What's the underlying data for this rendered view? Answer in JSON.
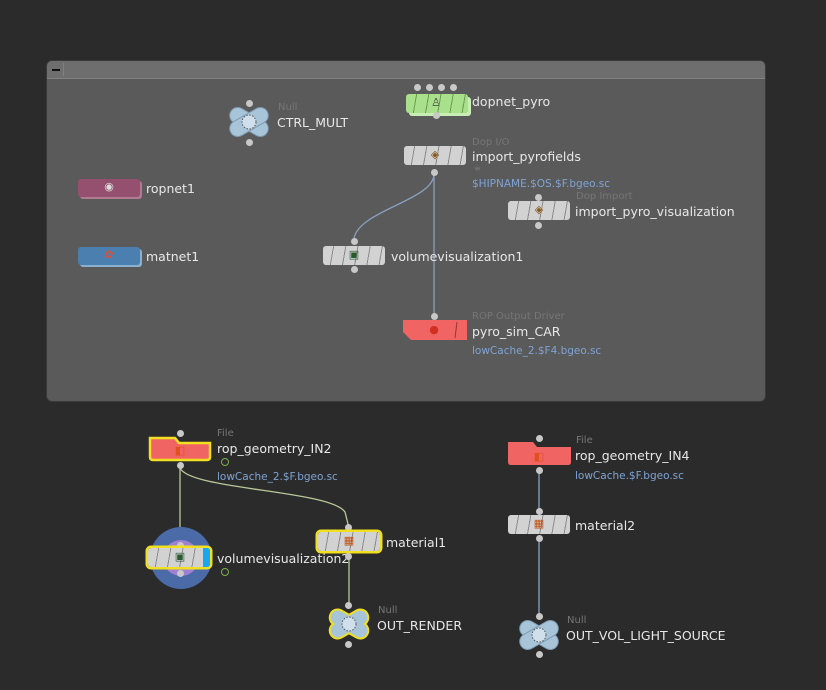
{
  "network_box": {
    "collapse_label": "collapse"
  },
  "nodes": {
    "ctrl_mult": {
      "type": "Null",
      "name": "CTRL_MULT"
    },
    "dopnet_pyro": {
      "type": "",
      "name": "dopnet_pyro"
    },
    "import_pyrofields": {
      "type": "Dop I/O",
      "name": "import_pyrofields",
      "file": "$HIPNAME.$OS.$F.bgeo.sc"
    },
    "import_pyro_visualization": {
      "type": "Dop Import",
      "name": "import_pyro_visualization"
    },
    "ropnet1": {
      "name": "ropnet1"
    },
    "matnet1": {
      "name": "matnet1"
    },
    "volumevisualization1": {
      "name": "volumevisualization1"
    },
    "pyro_sim_car": {
      "type": "ROP Output Driver",
      "name": "pyro_sim_CAR",
      "file": "lowCache_2.$F4.bgeo.sc"
    },
    "rop_geometry_in2": {
      "type": "File",
      "name": "rop_geometry_IN2",
      "file": "lowCache_2.$F.bgeo.sc"
    },
    "volumevisualization2": {
      "name": "volumevisualization2"
    },
    "material1": {
      "name": "material1"
    },
    "out_render": {
      "type": "Null",
      "name": "OUT_RENDER"
    },
    "rop_geometry_in4": {
      "type": "File",
      "name": "rop_geometry_IN4",
      "file": "lowCache.$F.bgeo.sc"
    },
    "material2": {
      "name": "material2"
    },
    "out_vol_light_source": {
      "type": "Null",
      "name": "OUT_VOL_LIGHT_SOURCE"
    }
  },
  "colors": {
    "background": "#2b2b2b",
    "network_box": "#5a5a5a",
    "dop_green": "#a9e08c",
    "rop_red": "#f06464",
    "ropnet": "#94506e",
    "matnet": "#4a7fb0",
    "null_blue": "#a8c4d8",
    "selected_outline": "#f0e020",
    "wire_blue": "#8aa0c0",
    "wire_green": "#b8c898",
    "file_path": "#7fa3d4"
  }
}
